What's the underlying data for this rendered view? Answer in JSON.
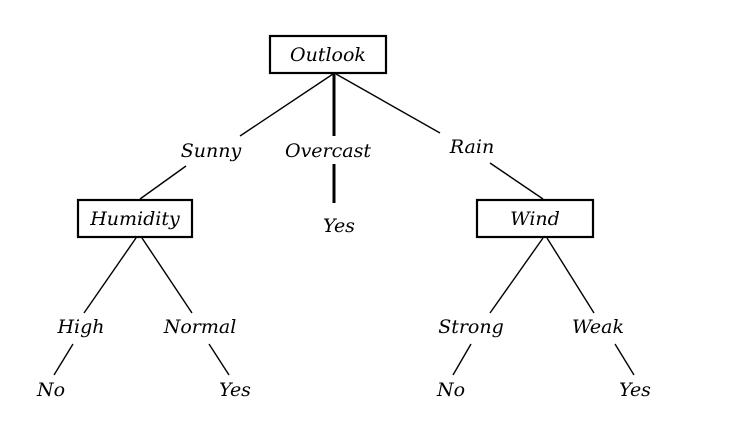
{
  "tree": {
    "root": {
      "attribute": "Outlook",
      "branches": [
        {
          "value": "Sunny",
          "child": {
            "attribute": "Humidity",
            "branches": [
              {
                "value": "High",
                "leaf": "No"
              },
              {
                "value": "Normal",
                "leaf": "Yes"
              }
            ]
          }
        },
        {
          "value": "Overcast",
          "leaf": "Yes"
        },
        {
          "value": "Rain",
          "child": {
            "attribute": "Wind",
            "branches": [
              {
                "value": "Strong",
                "leaf": "No"
              },
              {
                "value": "Weak",
                "leaf": "Yes"
              }
            ]
          }
        }
      ]
    }
  }
}
